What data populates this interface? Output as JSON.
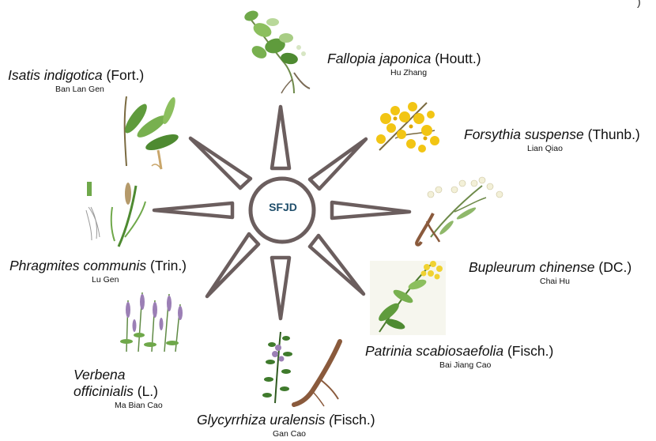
{
  "center": {
    "label": "SFJD"
  },
  "corner_mark": ")",
  "herbs": [
    {
      "id": "fallopia",
      "latin_italic": "Fallopia japonica",
      "authority": "(Houtt.)",
      "common": "Hu Zhang"
    },
    {
      "id": "forsythia",
      "latin_italic": "Forsythia suspense",
      "authority": "(Thunb.)",
      "common": "Lian Qiao"
    },
    {
      "id": "bupleurum",
      "latin_italic": "Bupleurum chinense",
      "authority": "(DC.)",
      "common": "Chai Hu"
    },
    {
      "id": "patrinia",
      "latin_italic": "Patrinia scabiosaefolia",
      "authority": "(Fisch.)",
      "common": "Bai Jiang Cao"
    },
    {
      "id": "glycyrrhiza",
      "latin_italic": "Glycyrrhiza uralensis (",
      "authority": "Fisch.)",
      "common": "Gan Cao"
    },
    {
      "id": "verbena",
      "latin_italic_line1": "Verbena",
      "latin_italic_line2": "officinialis",
      "authority": "(L.)",
      "common": "Ma Bian Cao"
    },
    {
      "id": "phragmites",
      "latin_italic": "Phragmites communis",
      "authority": "(Trin.)",
      "common": "Lu Gen"
    },
    {
      "id": "isatis",
      "latin_italic": "Isatis indigotica",
      "authority": "(Fort.)",
      "common": "Ban Lan Gen"
    }
  ],
  "colors": {
    "ray_outline": "#6b5e5e",
    "center_text": "#1f4e6b",
    "plant_green": "#5a9a3a",
    "flower_yellow": "#f2c514",
    "flower_purple": "#9b7fb5",
    "root_brown": "#8a5a3c"
  }
}
